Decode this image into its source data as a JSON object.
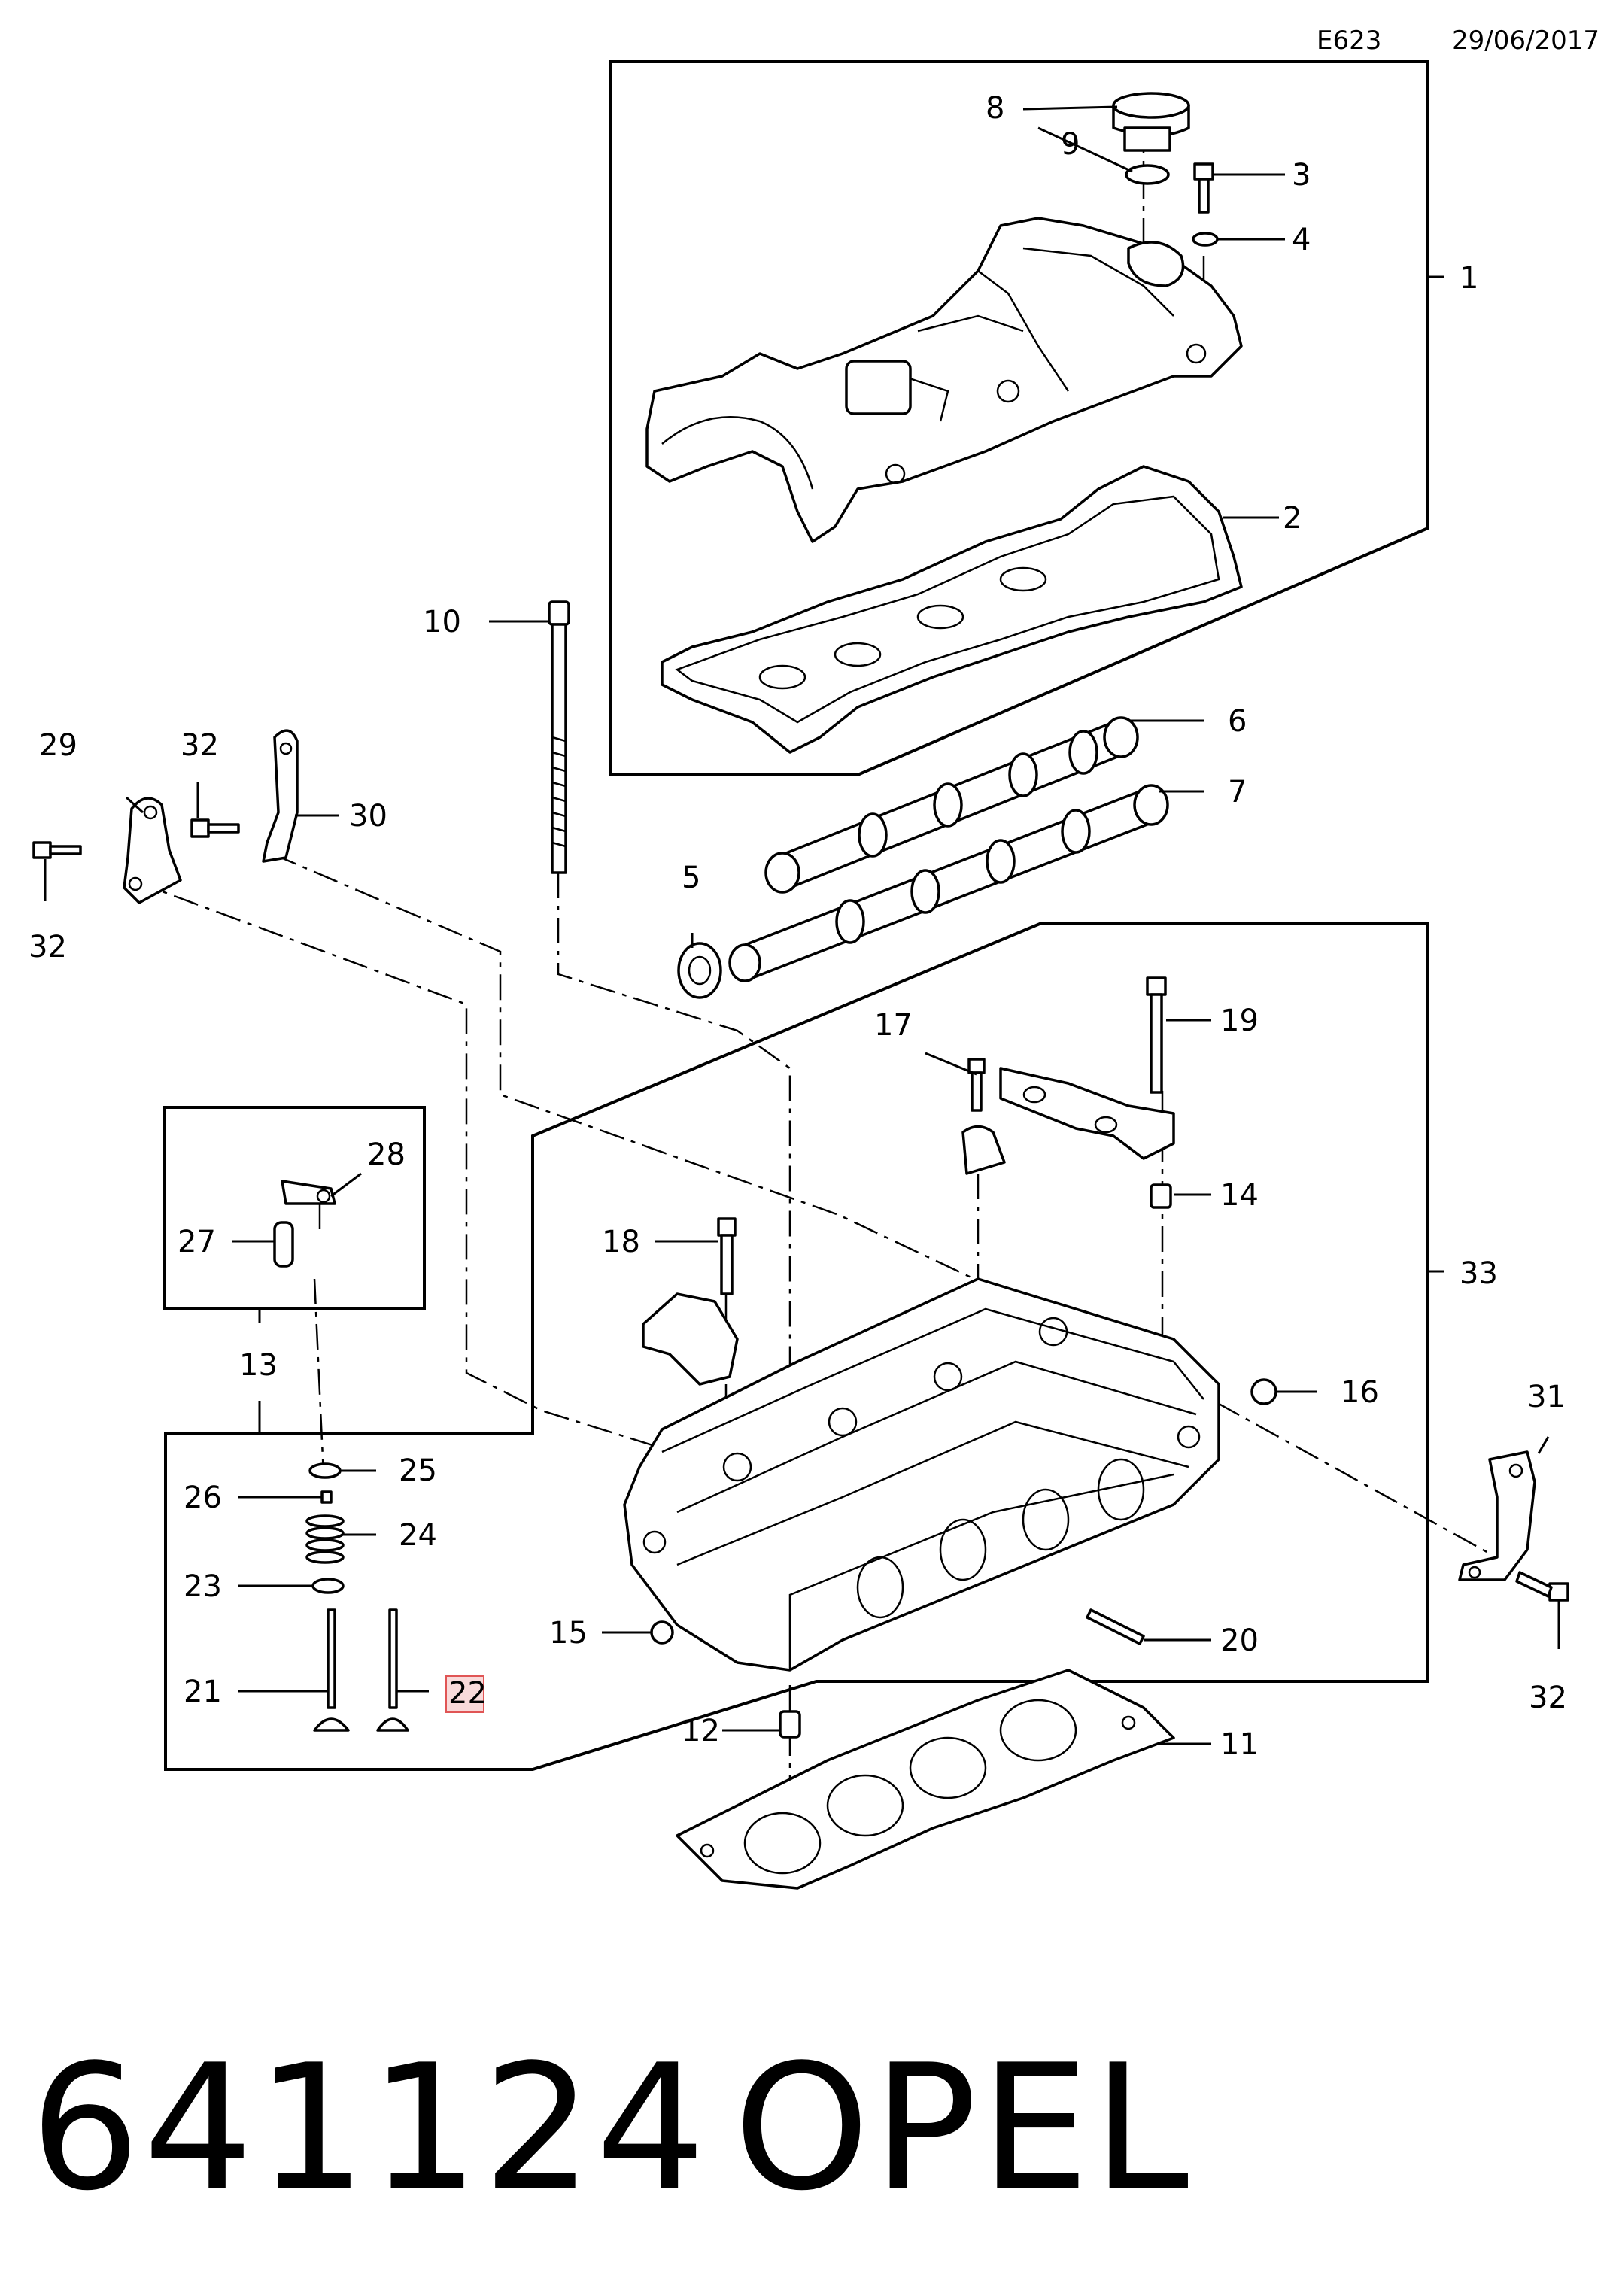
{
  "header": {
    "code": "E623",
    "date": "29/06/2017"
  },
  "callouts": [
    "1",
    "2",
    "3",
    "4",
    "5",
    "6",
    "7",
    "8",
    "9",
    "10",
    "11",
    "12",
    "13",
    "14",
    "15",
    "16",
    "17",
    "18",
    "19",
    "20",
    "21",
    "22",
    "23",
    "24",
    "25",
    "26",
    "27",
    "28",
    "29",
    "30",
    "31",
    "32",
    "32",
    "32",
    "33"
  ],
  "highlighted_callout": "22",
  "footer": {
    "part_number": "641124",
    "brand": "OPEL"
  },
  "colors": {
    "line": "#000000",
    "highlight_border": "#e05555",
    "highlight_fill": "#f9dada"
  }
}
